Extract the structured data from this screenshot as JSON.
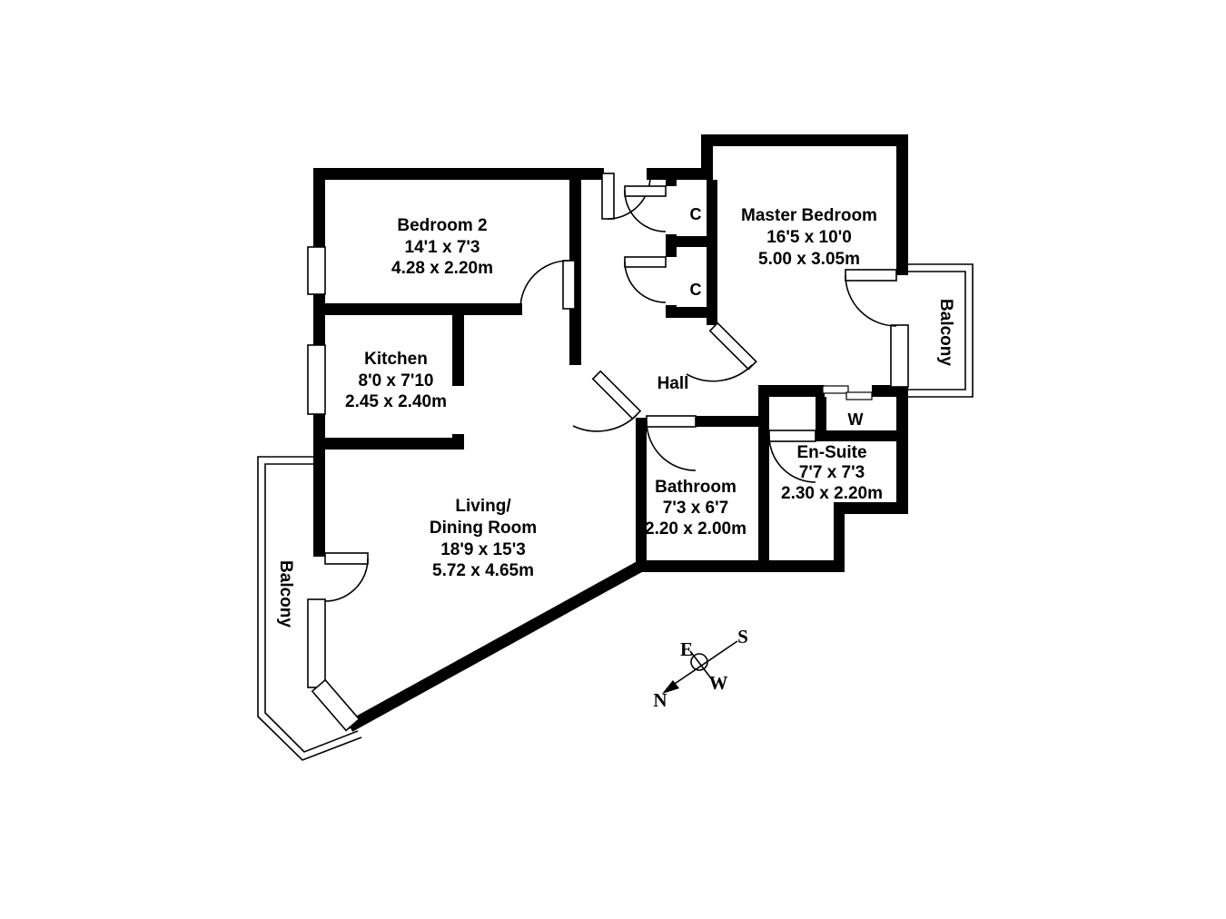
{
  "plan": {
    "rooms": {
      "bedroom2": {
        "name": "Bedroom 2",
        "imperial": "14'1 x 7'3",
        "metric": "4.28 x 2.20m"
      },
      "kitchen": {
        "name": "Kitchen",
        "imperial": "8'0 x 7'10",
        "metric": "2.45 x 2.40m"
      },
      "living": {
        "name_line1": "Living/",
        "name_line2": "Dining Room",
        "imperial": "18'9 x 15'3",
        "metric": "5.72 x 4.65m"
      },
      "hall": {
        "name": "Hall"
      },
      "master_bedroom": {
        "name": "Master Bedroom",
        "imperial": "16'5 x 10'0",
        "metric": "5.00 x 3.05m"
      },
      "bathroom": {
        "name": "Bathroom",
        "imperial": "7'3 x 6'7",
        "metric": "2.20 x 2.00m"
      },
      "ensuite": {
        "name": "En-Suite",
        "imperial": "7'7 x 7'3",
        "metric": "2.30 x 2.20m"
      }
    },
    "closets": {
      "closet1": "C",
      "closet2": "C",
      "wardrobe": "W"
    },
    "balcony_right": "Balcony",
    "balcony_left": "Balcony",
    "compass": {
      "north": "N",
      "south": "S",
      "east": "E",
      "west": "W"
    },
    "colors": {
      "wall": "#000000",
      "background": "#ffffff"
    }
  }
}
